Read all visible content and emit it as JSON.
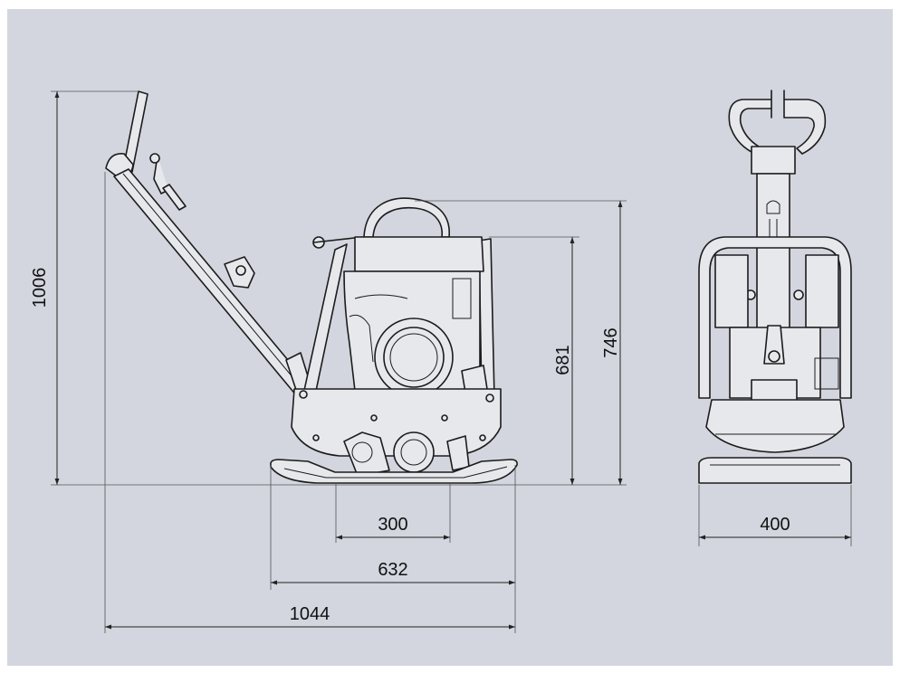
{
  "colors": {
    "background": "#d3d6df",
    "frame": "#ffffff",
    "machine_fill": "#e7e8ec",
    "line": "#1c1c1c"
  },
  "dimensions": {
    "overall_height": "1006",
    "engine_height": "681",
    "total_height": "746",
    "base_plate": "300",
    "plate_length": "632",
    "overall_length": "1044",
    "plate_width": "400"
  }
}
